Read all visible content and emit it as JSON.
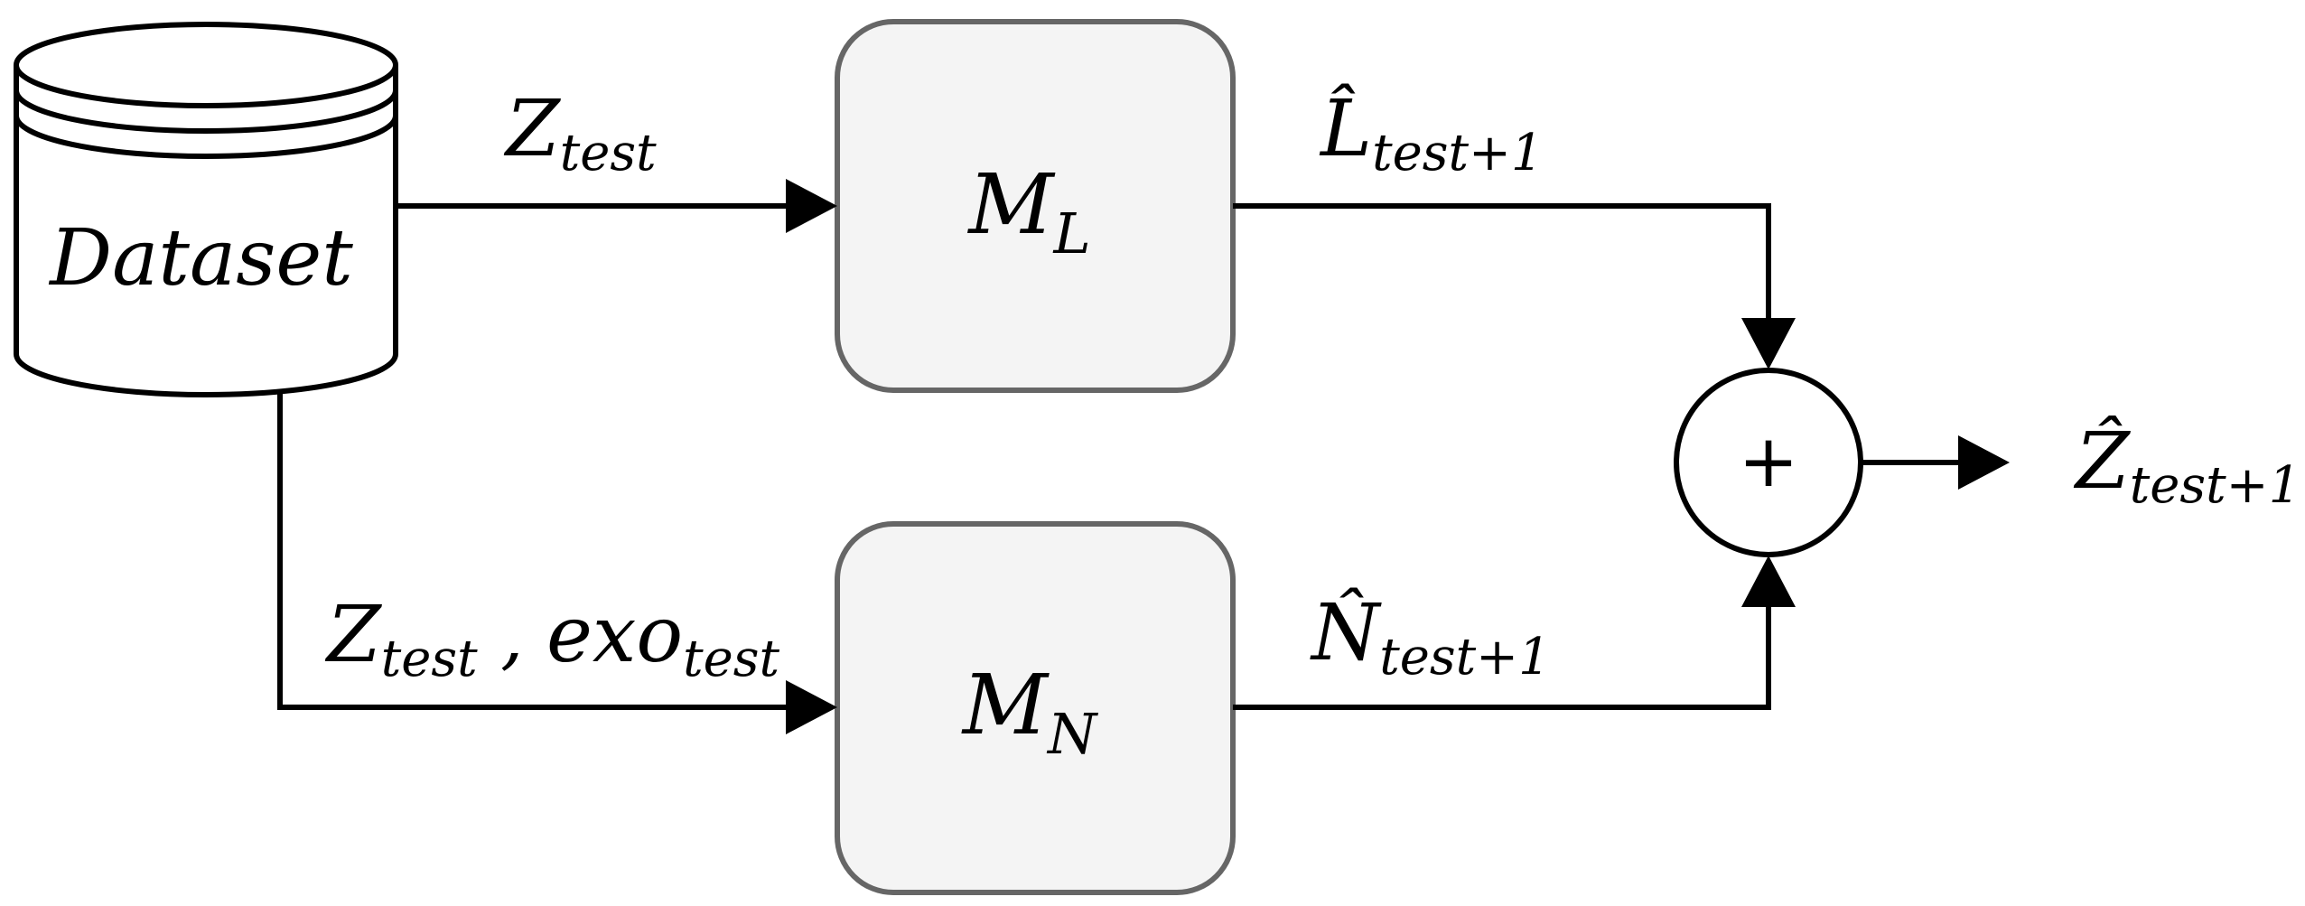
{
  "dataset": {
    "label": "Dataset"
  },
  "models": {
    "linear": {
      "base": "M",
      "sub": "L"
    },
    "nonlinear": {
      "base": "M",
      "sub": "N"
    }
  },
  "edges": {
    "to_linear": {
      "base": "Z",
      "sub": "test"
    },
    "to_nonlinear": {
      "base1": "Z",
      "sub1": "test",
      "sep": " , ",
      "base2": "exo",
      "sub2": "test"
    },
    "linear_out": {
      "base": "L̂",
      "sub": "test+1"
    },
    "nonlinear_out": {
      "base": "N̂",
      "sub": "test+1"
    },
    "final_out": {
      "base": "Ẑ",
      "sub": "test+1"
    }
  },
  "combiner": {
    "symbol": "+"
  }
}
